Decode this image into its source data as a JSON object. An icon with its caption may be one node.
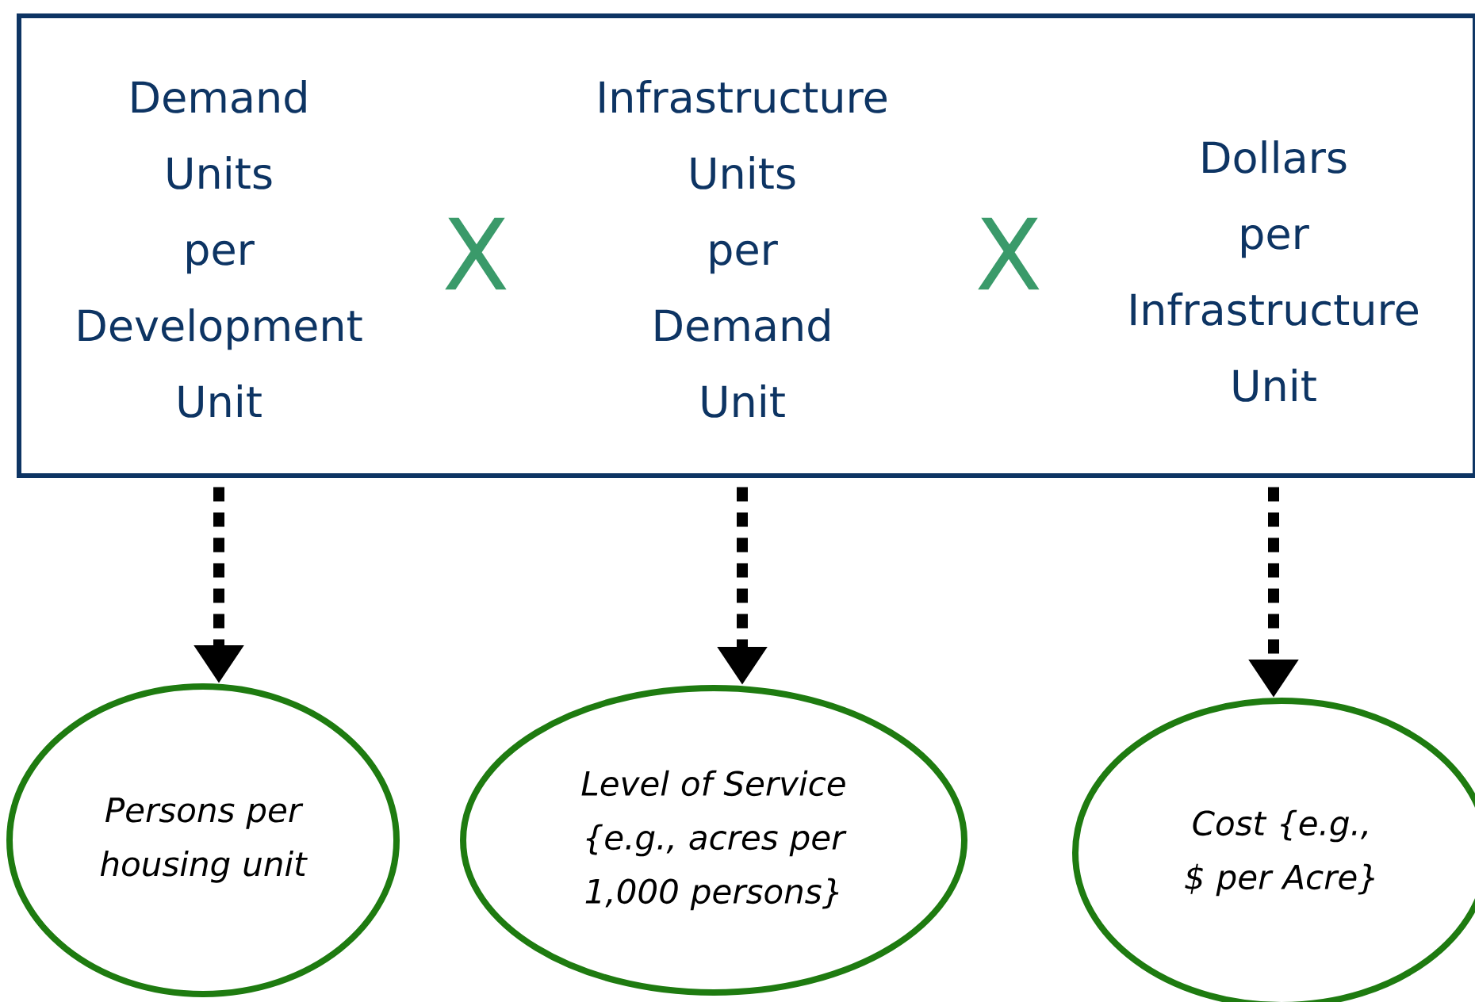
{
  "diagram": {
    "nodes": [
      {
        "text": [],
        "shape": "box"
      },
      {
        "text": [
          "Demand Units per Development Unit"
        ],
        "in": 0
      },
      {
        "text": [
          "Infrastructure Units per Demand Unit"
        ],
        "in": 0
      },
      {
        "text": [
          "Dollars per Infrastructure Unit"
        ],
        "in": 0
      },
      {
        "text": [
          "Persons per housing unit"
        ]
      },
      {
        "text": [
          "Level of Service {e.g., acres per 1,000 persons}"
        ]
      },
      {
        "text": [
          "Cost {e.g., $ per Acre}"
        ]
      }
    ],
    "edges": [
      {
        "from": 1,
        "to": 4,
        "arrow": "to",
        "style": "dashed"
      },
      {
        "from": 2,
        "to": 5,
        "arrow": "to",
        "style": "dashed"
      },
      {
        "from": 3,
        "to": 6,
        "arrow": "to",
        "style": "dashed"
      }
    ],
    "labels": [
      "X",
      "X"
    ]
  }
}
